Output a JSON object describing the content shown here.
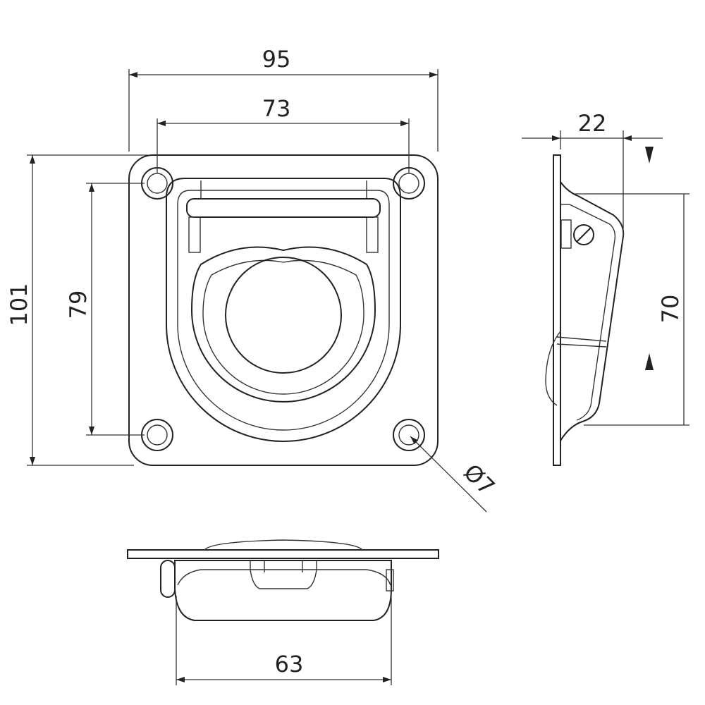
{
  "dimensions": {
    "overall_width": "95",
    "hole_spacing_horizontal": "73",
    "overall_height": "101",
    "hole_spacing_vertical": "79",
    "hole_diameter": "Ø7",
    "side_depth": "22",
    "side_height": "70",
    "bottom_width": "63"
  },
  "colors": {
    "line": "#222222",
    "background": "#ffffff"
  }
}
